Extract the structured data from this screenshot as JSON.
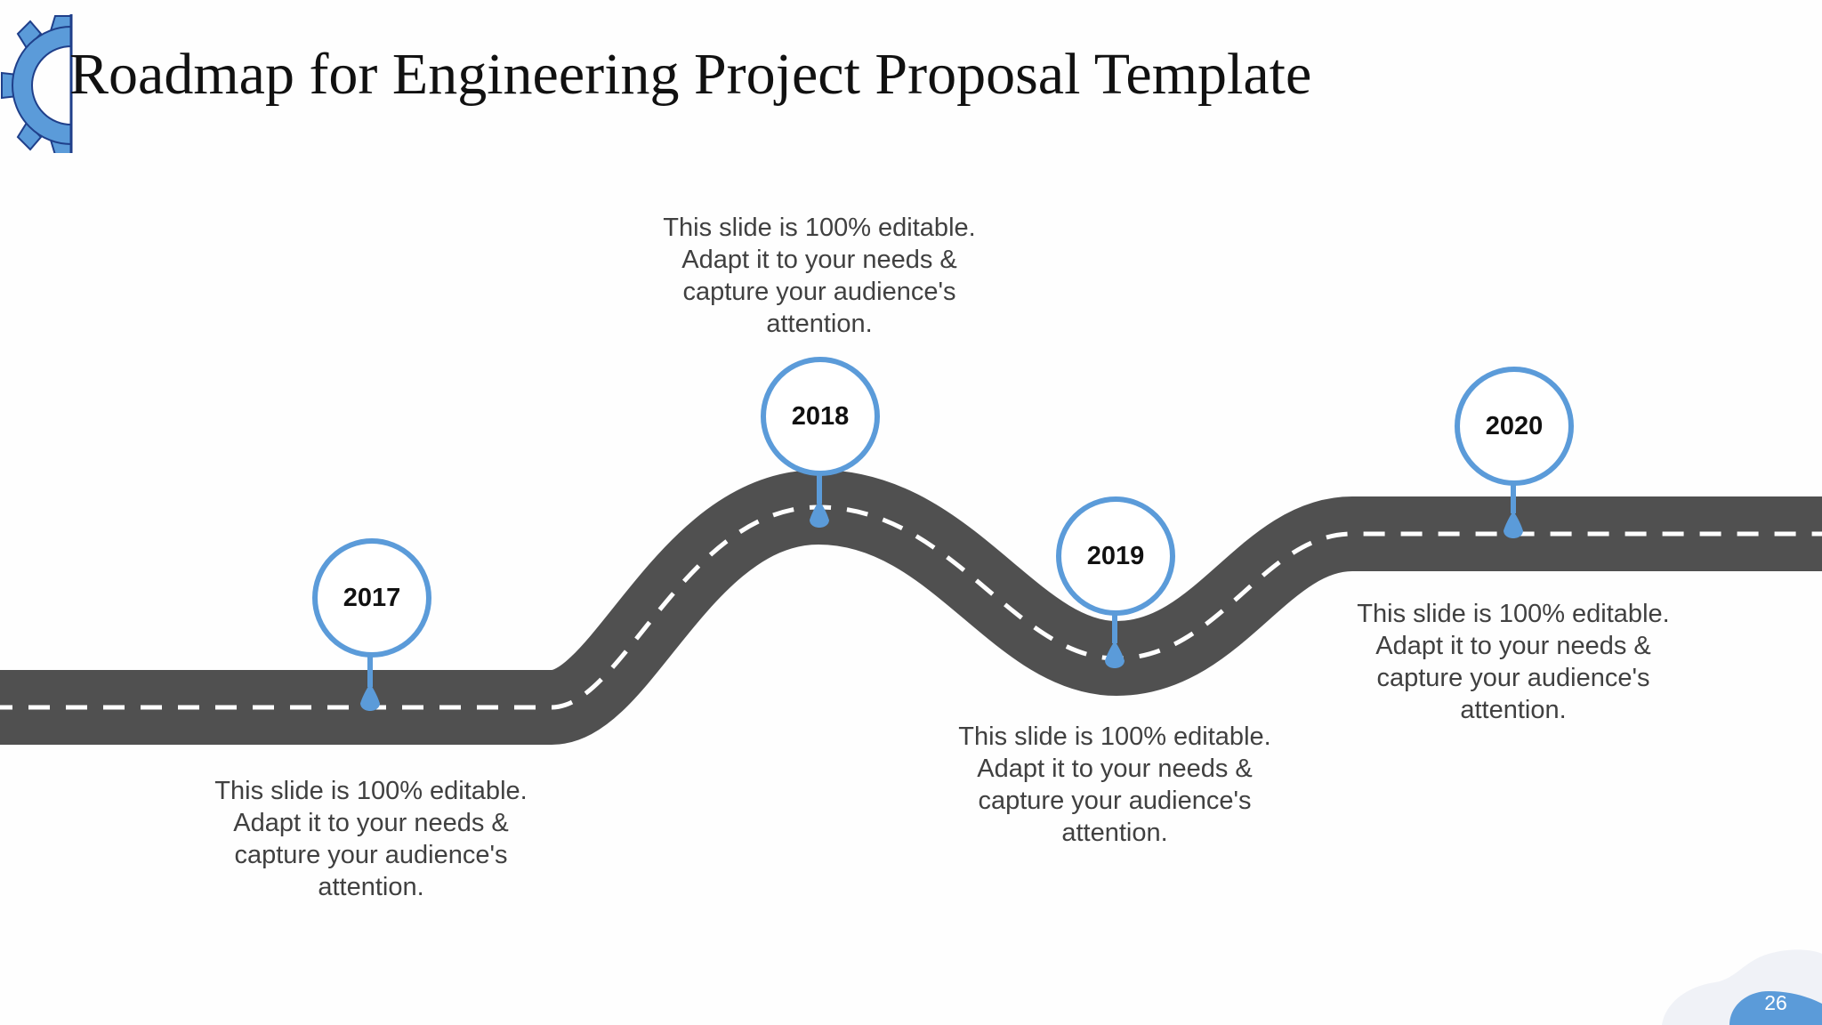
{
  "slide": {
    "title": "Roadmap for Engineering Project Proposal Template",
    "page_number": "26"
  },
  "colors": {
    "accent": "#5b9bd9",
    "road": "#505050",
    "text": "#404040",
    "title": "#111111"
  },
  "milestones": [
    {
      "year": "2017",
      "text": "This slide is 100% editable. Adapt it to your needs & capture your audience's attention."
    },
    {
      "year": "2018",
      "text": "This slide is 100% editable. Adapt it to your needs & capture your audience's attention."
    },
    {
      "year": "2019",
      "text": "This slide is 100% editable. Adapt it to your needs & capture your audience's attention."
    },
    {
      "year": "2020",
      "text": "This slide is 100% editable. Adapt it to your needs & capture your audience's attention."
    }
  ],
  "icons": {
    "title_icon": "gear-icon"
  }
}
